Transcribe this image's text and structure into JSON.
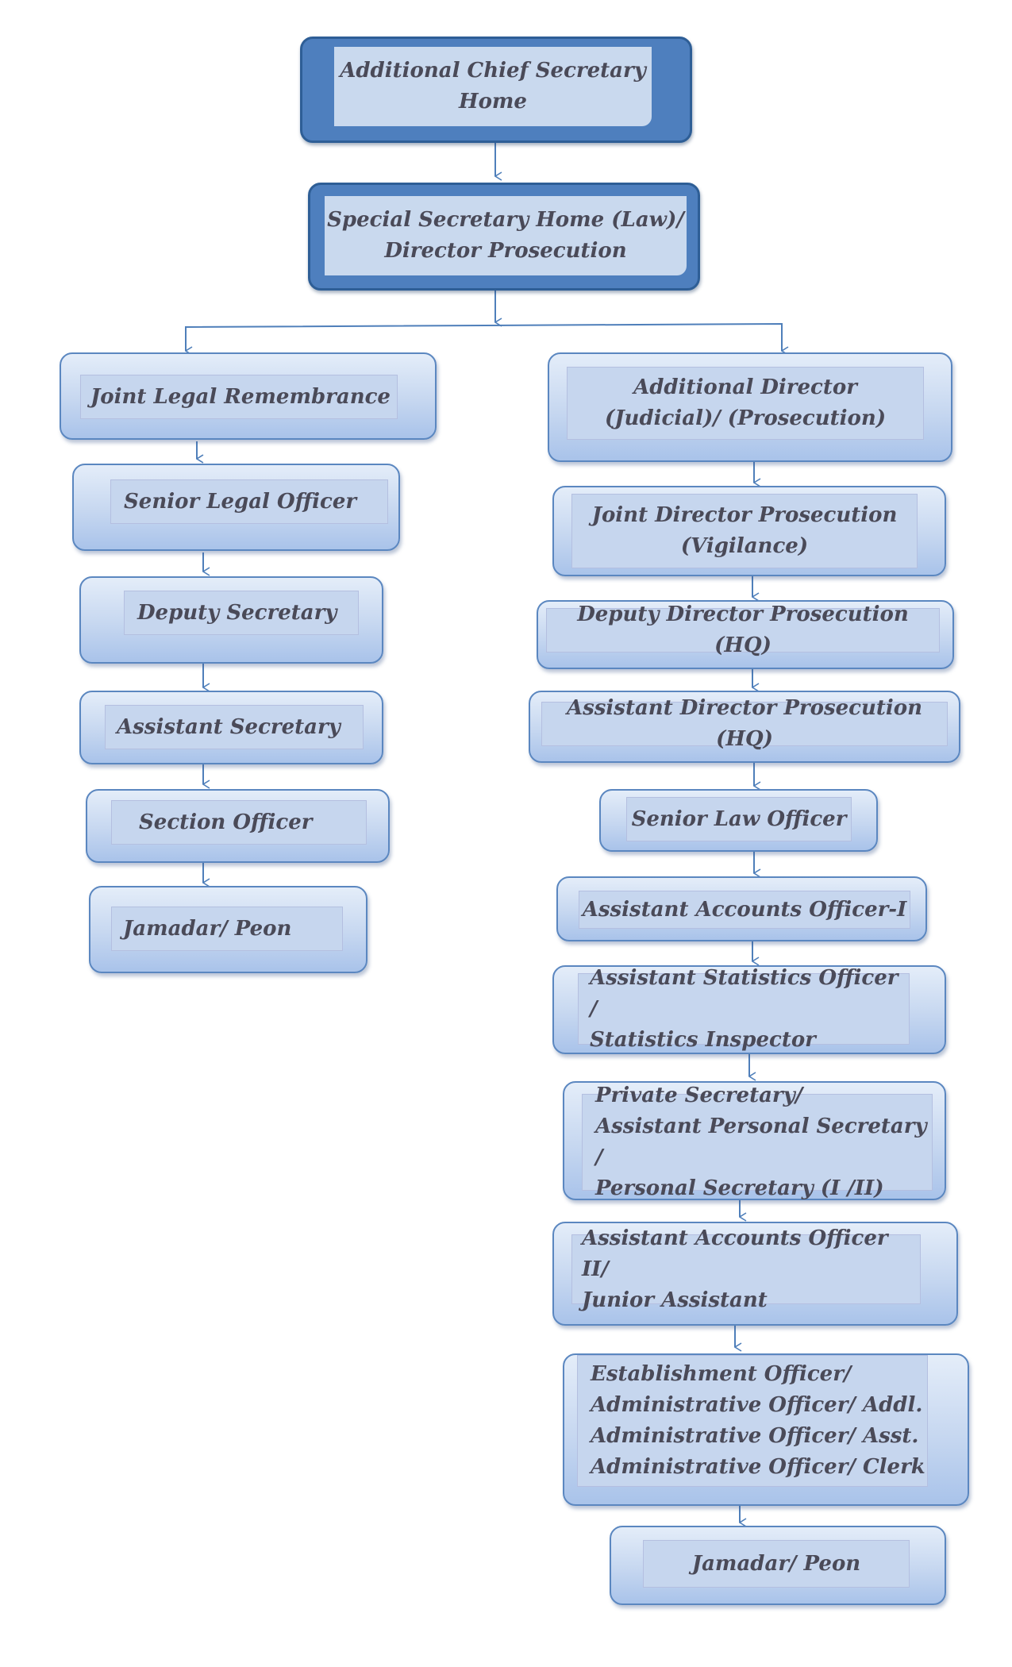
{
  "top": [
    {
      "id": "acs",
      "label": "Additional Chief Secretary\nHome"
    },
    {
      "id": "ss",
      "label": "Special Secretary Home (Law)/\nDirector Prosecution"
    }
  ],
  "left_column": [
    {
      "id": "jlr",
      "label": "Joint Legal Remembrance"
    },
    {
      "id": "slo",
      "label": "Senior Legal Officer"
    },
    {
      "id": "ds",
      "label": "Deputy Secretary"
    },
    {
      "id": "as",
      "label": "Assistant Secretary"
    },
    {
      "id": "so",
      "label": "Section Officer"
    },
    {
      "id": "jp1",
      "label": "Jamadar/ Peon"
    }
  ],
  "right_column": [
    {
      "id": "ad",
      "label": "Additional Director\n(Judicial)/ (Prosecution)"
    },
    {
      "id": "jdp",
      "label": "Joint Director Prosecution\n(Vigilance)"
    },
    {
      "id": "ddp",
      "label": "Deputy Director Prosecution (HQ)"
    },
    {
      "id": "adp",
      "label": "Assistant Director Prosecution (HQ)"
    },
    {
      "id": "slaw",
      "label": "Senior Law Officer"
    },
    {
      "id": "aao1",
      "label": "Assistant Accounts Officer-I"
    },
    {
      "id": "aso",
      "label": "Assistant Statistics  Officer /\nStatistics Inspector"
    },
    {
      "id": "ps",
      "label": "Private Secretary/\nAssistant Personal Secretary /\nPersonal Secretary (I /II)"
    },
    {
      "id": "aao2",
      "label": "Assistant Accounts Officer II/\n        Junior Assistant"
    },
    {
      "id": "eo",
      "label": "Establishment Officer/\nAdministrative Officer/ Addl.\nAdministrative Officer/ Asst.\nAdministrative Officer/ Clerk"
    },
    {
      "id": "jp2",
      "label": "Jamadar/ Peon"
    }
  ]
}
